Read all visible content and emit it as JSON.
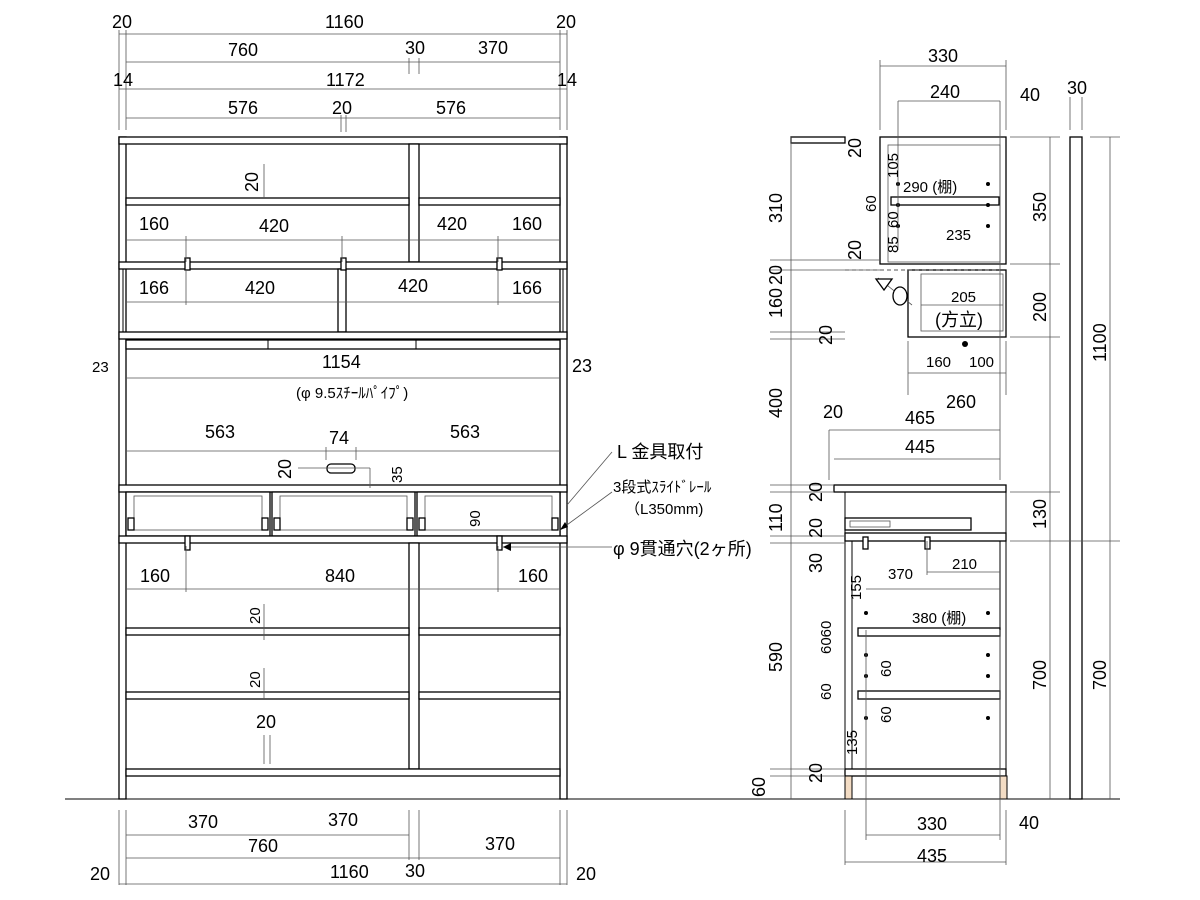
{
  "front": {
    "top": {
      "w1": "20",
      "total": "1160",
      "w2": "20",
      "left": "760",
      "gap": "30",
      "right": "370"
    },
    "inner": {
      "s1": "14",
      "total": "1172",
      "s2": "14",
      "left": "576",
      "gap": "20",
      "right": "576"
    },
    "upper": {
      "shelf_t": "20",
      "row1": {
        "a": "160",
        "b": "420",
        "c": "420",
        "d": "160"
      },
      "row2": {
        "a": "166",
        "b": "420",
        "c": "420",
        "d": "166"
      }
    },
    "pipe": {
      "l": "23",
      "width": "1154",
      "r": "23",
      "label": "(φ 9.5ｽﾁｰﾙﾊﾟｲﾌﾟ)"
    },
    "counter": {
      "l": "563",
      "mid": "74",
      "r": "563",
      "h": "20",
      "d": "35"
    },
    "drawer_h": "90",
    "callouts": {
      "l_bracket": "L 金具取付",
      "slide": "3段式ｽﾗｲﾄﾞﾚｰﾙ",
      "slide_len": "（L350mm)",
      "hole": "φ 9貫通穴(2ヶ所)"
    },
    "lower": {
      "a": "160",
      "b": "840",
      "c": "160",
      "t1": "20",
      "t2": "20",
      "t3": "20"
    },
    "bottom": {
      "a": "370",
      "b": "370",
      "c": "370",
      "left": "760",
      "gap": "30",
      "s1": "20",
      "total": "1160",
      "s2": "20"
    }
  },
  "side": {
    "upper": {
      "depth": "330",
      "inner": "240",
      "back": "40",
      "top": "20",
      "shelf": "290 (棚)",
      "p60a": "60",
      "p60b": "60",
      "p105": "105",
      "p85": "85",
      "d235": "235",
      "h350": "350",
      "t20": "20"
    },
    "flap": {
      "w": "205",
      "label": "(方立)",
      "h": "200",
      "d160": "160",
      "d100": "100",
      "d260": "260"
    },
    "left_dims": {
      "h310": "310",
      "h20a": "20",
      "h160": "160",
      "h20b": "20",
      "h400": "400"
    },
    "counter": {
      "t20": "20",
      "d465": "465",
      "d445": "445",
      "h20a": "20",
      "h110": "110",
      "h20b": "20",
      "h130": "130",
      "h30": "30"
    },
    "lower": {
      "d370": "370",
      "d210": "210",
      "h155": "155",
      "shelf": "380 (棚)",
      "p6060": "6060",
      "p60a": "60",
      "p60b": "60",
      "p60c": "60",
      "h135": "135",
      "h590": "590",
      "h20": "20",
      "h60": "60",
      "h700": "700",
      "depth": "330",
      "back": "40",
      "total": "435"
    },
    "panel": {
      "t30": "30",
      "h1100": "1100",
      "h700": "700"
    }
  }
}
